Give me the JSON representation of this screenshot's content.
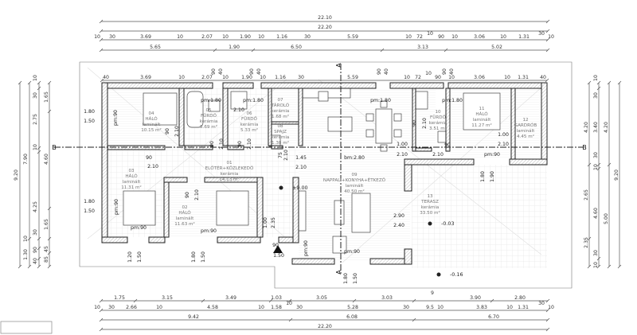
{
  "title_box": "",
  "dimensions": {
    "top": {
      "overall_1": "22.10",
      "overall_2": "22.20",
      "detail": [
        "10",
        "30",
        "3.69",
        "10",
        "2.07",
        "10",
        "1.90",
        "10",
        "1.16",
        "30",
        "5.59",
        "10",
        "72",
        "10",
        "90",
        "10",
        "3.06",
        "10",
        "1.31",
        "30",
        "10"
      ],
      "axes": [
        "5.65",
        "1.90",
        "6.50",
        "3.13",
        "5.02"
      ],
      "inner": [
        "40",
        "3.69",
        "10",
        "2.07",
        "10",
        "1.90",
        "10",
        "1.16",
        "30",
        "5.59",
        "10",
        "72",
        "10",
        "90",
        "10",
        "3.06",
        "10",
        "1.31",
        "40"
      ],
      "window_marks": [
        "90",
        "40",
        "90",
        "40",
        "90",
        "40",
        "90",
        "40"
      ]
    },
    "bottom": {
      "rooms": [
        "1.75",
        "3.15",
        "3.49",
        "1.03",
        "3.05",
        "3.03",
        "9",
        "3.90",
        "2.80"
      ],
      "detail": [
        "10",
        "30",
        "2.66",
        "10",
        "4.58",
        "10",
        "1.58",
        "10",
        "30",
        "5.28",
        "30",
        "9.5",
        "10",
        "3.83",
        "10",
        "1.31",
        "30",
        "10"
      ],
      "axes": [
        "9.42",
        "6.08",
        "6.70"
      ],
      "overall": "22.20"
    },
    "left": {
      "a": [
        "9.20"
      ],
      "b": [
        "7.90",
        "10",
        "1.30"
      ],
      "c": [
        "10",
        "30",
        "2.75",
        "10",
        "4.25",
        "30",
        "90",
        "40"
      ],
      "d": [
        "1.65",
        "4.60",
        "1.65",
        "45",
        "85"
      ]
    },
    "right": {
      "a": [
        "4.20",
        "2.65",
        "2.35"
      ],
      "b": [
        "10",
        "30",
        "3.40",
        "30",
        "10",
        "4.60",
        "30",
        "10"
      ],
      "c": [
        "4.20",
        "5.00"
      ],
      "d": [
        "9.20"
      ]
    }
  },
  "rooms": [
    {
      "number": "04",
      "name": "HÁLÓ",
      "floor": "laminált",
      "area": "10.15 m²"
    },
    {
      "number": "05",
      "name": "FÜRDŐ",
      "floor": "kerámia",
      "area": "5.69 m²"
    },
    {
      "number": "06",
      "name": "FÜRDŐ",
      "floor": "kerámia",
      "area": "5.33 m²"
    },
    {
      "number": "07",
      "name": "TÁROLÓ",
      "floor": "kerámia",
      "area": "1.68 m²"
    },
    {
      "number": "08",
      "name": "SPAJZ",
      "floor": "kerámia",
      "area": "1.38 m²"
    },
    {
      "number": "01",
      "name": "ELŐTÉR+KÖZLEKEDŐ",
      "floor": "kerámia",
      "area": "14.13 m²"
    },
    {
      "number": "03",
      "name": "HÁLÓ",
      "floor": "laminált",
      "area": "11.31 m²"
    },
    {
      "number": "02",
      "name": "HÁLÓ",
      "floor": "laminált",
      "area": "11.63 m²"
    },
    {
      "number": "09",
      "name": "NAPPALI+KONYHA+ÉTKEZŐ",
      "floor": "laminált",
      "area": "40.50 m²"
    },
    {
      "number": "10",
      "name": "FÜRDŐ",
      "floor": "kerámia",
      "area": "3.51 m²"
    },
    {
      "number": "11",
      "name": "HÁLÓ",
      "floor": "laminált",
      "area": "11.27 m²"
    },
    {
      "number": "12",
      "name": "GARDRÓB",
      "floor": "laminált",
      "area": "4.45 m²"
    },
    {
      "number": "13",
      "name": "TERASZ",
      "floor": "kerámia",
      "area": "33.50 m²"
    }
  ],
  "openings": [
    "1.80",
    "1.50",
    "pm:90",
    "90",
    "2.10",
    "pm:1.80",
    "pm:1.80",
    "2.10",
    "90",
    "2.10",
    "90",
    "2.10",
    "90",
    "2.10",
    "1.80",
    "1.50",
    "pm:90",
    "pm:90",
    "90",
    "2.10",
    "pm:90",
    "1.20",
    "1.50",
    "1.80",
    "1.50",
    "1.00",
    "2.35",
    "90",
    "1.50",
    "1.45",
    "2.10",
    "75",
    "2.10",
    "bm:2.80",
    "pm:1.80",
    "pm:1.80",
    "90",
    "2.10",
    "90",
    "1.00",
    "2.10",
    "2.10",
    "1.00",
    "2.10",
    "pm:90",
    "1.80",
    "1.90",
    "2.90",
    "2.40",
    "pm:90",
    "pm:90",
    "1.80",
    "1.50"
  ],
  "levels": [
    "±0.00",
    "-0.03",
    "-0.16"
  ],
  "sections": {
    "a_top": "A",
    "a_bottom": "A",
    "b_left": "B",
    "b_right": "B"
  }
}
